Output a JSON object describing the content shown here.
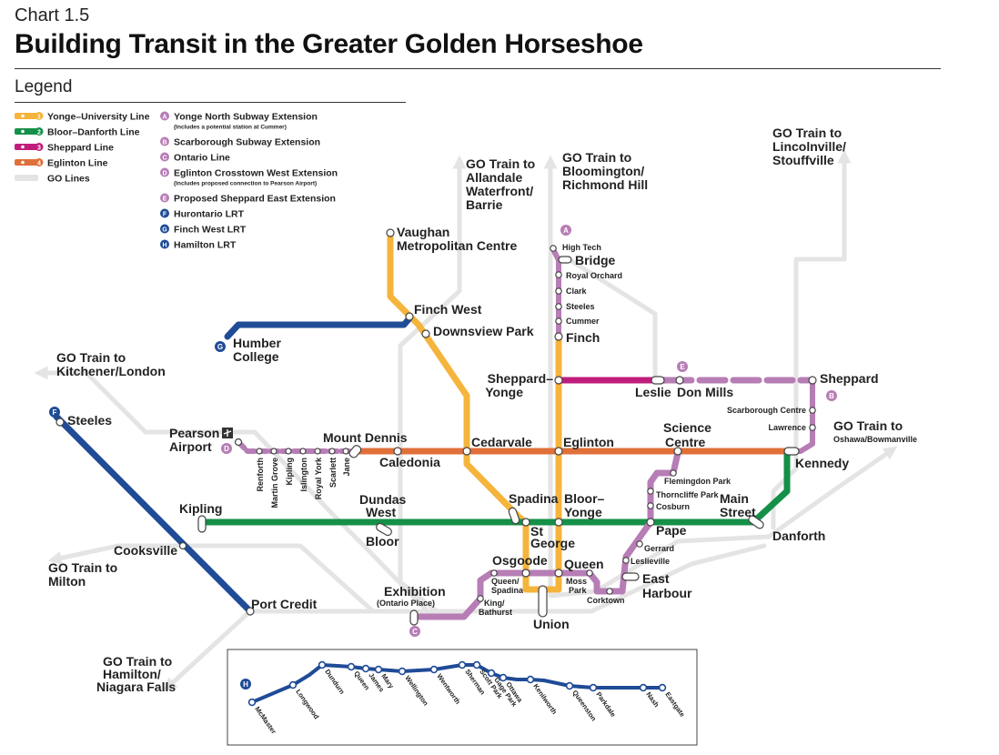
{
  "header": {
    "chart_label": "Chart 1.5",
    "title": "Building Transit in the Greater Golden Horseshoe",
    "legend_title": "Legend"
  },
  "colors": {
    "yonge_university": "#F5B43C",
    "bloor_danforth": "#159048",
    "sheppard": "#C01C7B",
    "eglinton": "#E0703A",
    "go": "#E4E4E4",
    "extension": "#B77DB5",
    "lrt": "#1F4B97"
  },
  "legend": {
    "lines": [
      {
        "num": "1",
        "label": "Yonge–University Line"
      },
      {
        "num": "2",
        "label": "Bloor–Danforth Line"
      },
      {
        "num": "3",
        "label": "Sheppard Line"
      },
      {
        "num": "4",
        "label": "Eglinton Line"
      },
      {
        "num": "",
        "label": "GO Lines"
      }
    ],
    "projects": [
      {
        "letter": "A",
        "label": "Yonge North Subway Extension",
        "note": "(Includes a potential station at Cummer)"
      },
      {
        "letter": "B",
        "label": "Scarborough Subway Extension",
        "note": ""
      },
      {
        "letter": "C",
        "label": "Ontario Line",
        "note": ""
      },
      {
        "letter": "D",
        "label": "Eglinton Crosstown West Extension",
        "note": "(Includes proposed connection to Pearson Airport)"
      },
      {
        "letter": "E",
        "label": "Proposed Sheppard East Extension",
        "note": ""
      },
      {
        "letter": "F",
        "label": "Hurontario LRT",
        "note": ""
      },
      {
        "letter": "G",
        "label": "Finch West LRT",
        "note": ""
      },
      {
        "letter": "H",
        "label": "Hamilton LRT",
        "note": ""
      }
    ]
  },
  "go_destinations": {
    "allandale": [
      "GO Train to",
      "Allandale",
      "Waterfront/",
      "Barrie"
    ],
    "bloomington": [
      "GO Train to",
      "Bloomington/",
      "Richmond Hill"
    ],
    "lincolnville": [
      "GO Train to",
      "Lincolnville/",
      "Stouffville"
    ],
    "kitchener": [
      "GO Train to",
      "Kitchener/London"
    ],
    "milton": [
      "GO Train to",
      "Milton"
    ],
    "hamilton": [
      "GO Train to",
      "Hamilton/",
      "Niagara Falls"
    ],
    "oshawa_title": "GO Train to",
    "oshawa_sub": "Oshawa/Bowmanville"
  },
  "stations": {
    "vaughan": [
      "Vaughan",
      "Metropolitan Centre"
    ],
    "finch_west": "Finch West",
    "downsview_park": "Downsview Park",
    "humber_college": [
      "Humber",
      "College"
    ],
    "high_tech": "High Tech",
    "bridge": "Bridge",
    "royal_orchard": "Royal Orchard",
    "clark": "Clark",
    "steeles_yonge": "Steeles",
    "cummer": "Cummer",
    "finch": "Finch",
    "sheppard_yonge": [
      "Sheppard–",
      "Yonge"
    ],
    "leslie": "Leslie",
    "don_mills": "Don Mills",
    "sheppard_east": "Sheppard",
    "scarborough_centre": "Scarborough Centre",
    "lawrence": "Lawrence",
    "steeles_hurontario": "Steeles",
    "pearson": [
      "Pearson",
      "Airport"
    ],
    "mount_dennis": "Mount Dennis",
    "caledonia": "Caledonia",
    "cedarvale": "Cedarvale",
    "eglinton": "Eglinton",
    "science_centre": [
      "Science",
      "Centre"
    ],
    "kennedy": "Kennedy",
    "eglinton_west_stops": [
      "Renforth",
      "Martin Grove",
      "Kipling",
      "Islington",
      "Royal York",
      "Scarlett",
      "Jane"
    ],
    "flemingdon_park": "Flemingdon Park",
    "thorncliffe_park": "Thorncliffe Park",
    "cosburn": "Cosburn",
    "kipling": "Kipling",
    "dundas_west": [
      "Dundas",
      "West"
    ],
    "bloor": "Bloor",
    "spadina": "Spadina",
    "st_george": [
      "St",
      "George"
    ],
    "bloor_yonge": [
      "Bloor–",
      "Yonge"
    ],
    "main_street": [
      "Main",
      "Street"
    ],
    "danforth": "Danforth",
    "pape": "Pape",
    "gerrard": "Gerrard",
    "leslieville": "Leslieville",
    "cooksville": "Cooksville",
    "osgoode": "Osgoode",
    "queen": "Queen",
    "queen_spadina": [
      "Queen/",
      "Spadina"
    ],
    "moss_park": [
      "Moss",
      "Park"
    ],
    "east_harbour": [
      "East",
      "Harbour"
    ],
    "corktown": "Corktown",
    "exhibition": "Exhibition",
    "ontario_place": "(Ontario Place)",
    "king_bathurst": [
      "King/",
      "Bathurst"
    ],
    "union": "Union",
    "port_credit": "Port Credit"
  },
  "markers": {
    "a": "A",
    "b": "B",
    "c": "C",
    "d": "D",
    "e": "E",
    "f": "F",
    "g": "G",
    "h": "H"
  },
  "hamilton_stops": [
    "McMaster",
    "Longwood",
    "Dundurn",
    "Queen",
    "James",
    "Mary",
    "Wellington",
    "Wentworth",
    "Sherman",
    "Scott Park",
    "Gage Park",
    "Ottawa",
    "Kenilworth",
    "Queenston",
    "Parkdale",
    "Nash",
    "Eastgate"
  ]
}
